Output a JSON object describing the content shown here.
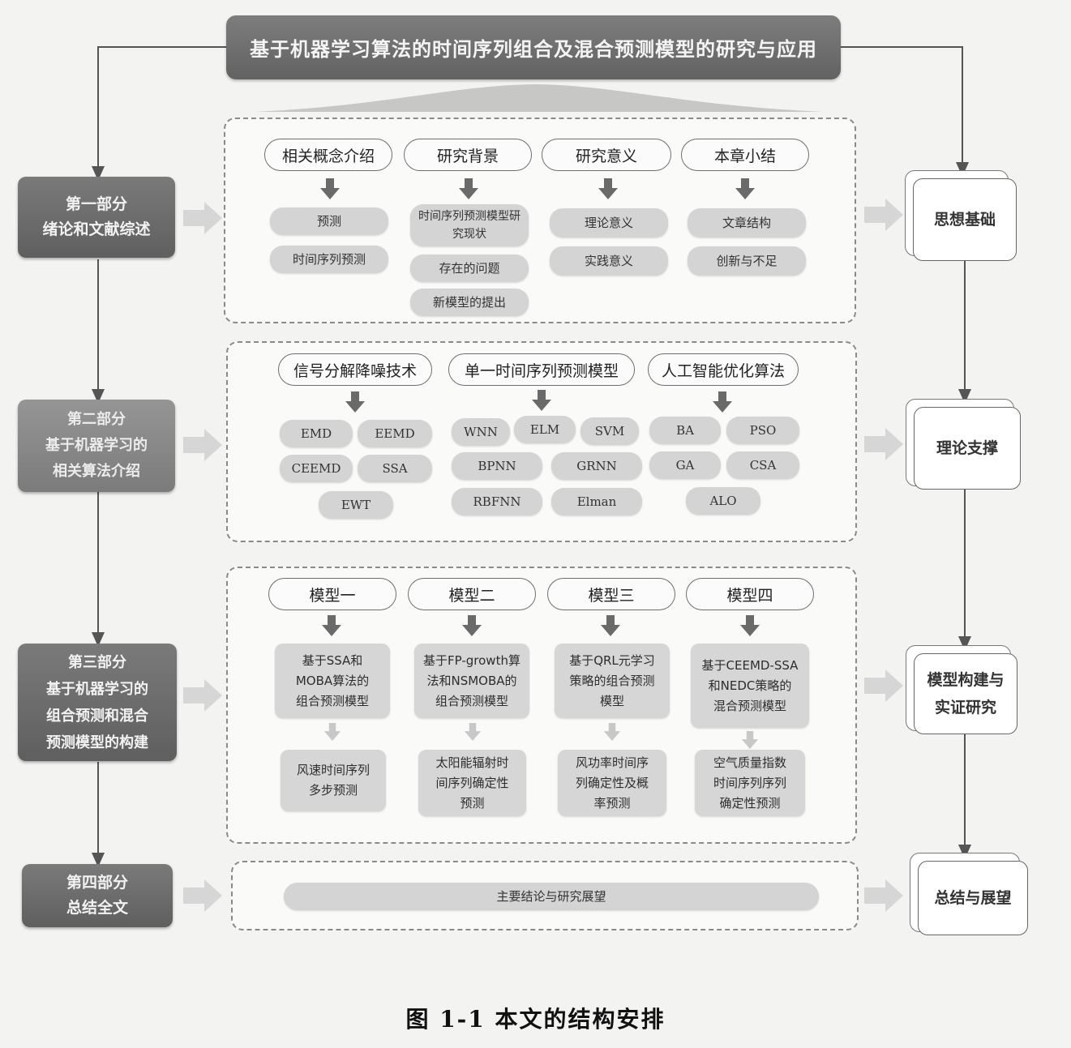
{
  "title": "基于机器学习算法的时间序列组合及混合预测模型的研究与应用",
  "parts": [
    {
      "lines": [
        "第一部分",
        "绪论和文献综述"
      ]
    },
    {
      "lines": [
        "第二部分",
        "基于机器学习的",
        "相关算法介绍"
      ]
    },
    {
      "lines": [
        "第三部分",
        "基于机器学习的",
        "组合预测和混合",
        "预测模型的构建"
      ]
    },
    {
      "lines": [
        "第四部分",
        "总结全文"
      ]
    }
  ],
  "section1": {
    "headers": [
      "相关概念介绍",
      "研究背景",
      "研究意义",
      "本章小结"
    ],
    "col1": [
      "预测",
      "时间序列预测"
    ],
    "col2": [
      "时间序列预测模型研究现状",
      "存在的问题",
      "新模型的提出"
    ],
    "col3": [
      "理论意义",
      "实践意义"
    ],
    "col4": [
      "文章结构",
      "创新与不足"
    ]
  },
  "section2": {
    "headers": [
      "信号分解降噪技术",
      "单一时间序列预测模型",
      "人工智能优化算法"
    ],
    "group1": [
      "EMD",
      "EEMD",
      "CEEMD",
      "SSA",
      "EWT"
    ],
    "group2": [
      "WNN",
      "ELM",
      "SVM",
      "BPNN",
      "GRNN",
      "RBFNN",
      "Elman"
    ],
    "group3": [
      "BA",
      "PSO",
      "GA",
      "CSA",
      "ALO"
    ]
  },
  "section3": {
    "headers": [
      "模型一",
      "模型二",
      "模型三",
      "模型四"
    ],
    "models": [
      [
        "基于SSA和",
        "MOBA算法的",
        "组合预测模型"
      ],
      [
        "基于FP-growth算",
        "法和NSMOBA的",
        "组合预测模型"
      ],
      [
        "基于QRL元学习",
        "策略的组合预测",
        "模型"
      ],
      [
        "基于CEEMD-SSA",
        "和NEDC策略的",
        "混合预测模型"
      ]
    ],
    "applications": [
      [
        "风速时间序列",
        "多步预测"
      ],
      [
        "太阳能辐射时",
        "间序列确定性",
        "预测"
      ],
      [
        "风功率时间序",
        "列确定性及概",
        "率预测"
      ],
      [
        "空气质量指数",
        "时间序列序列",
        "确定性预测"
      ]
    ]
  },
  "section4": {
    "summary": "主要结论与研究展望"
  },
  "outcomes": [
    {
      "lines": [
        "思想基础"
      ]
    },
    {
      "lines": [
        "理论支撑"
      ]
    },
    {
      "lines": [
        "模型构建与",
        "实证研究"
      ]
    },
    {
      "lines": [
        "总结与展望"
      ]
    }
  ],
  "caption": "图  1-1  本文的结构安排"
}
